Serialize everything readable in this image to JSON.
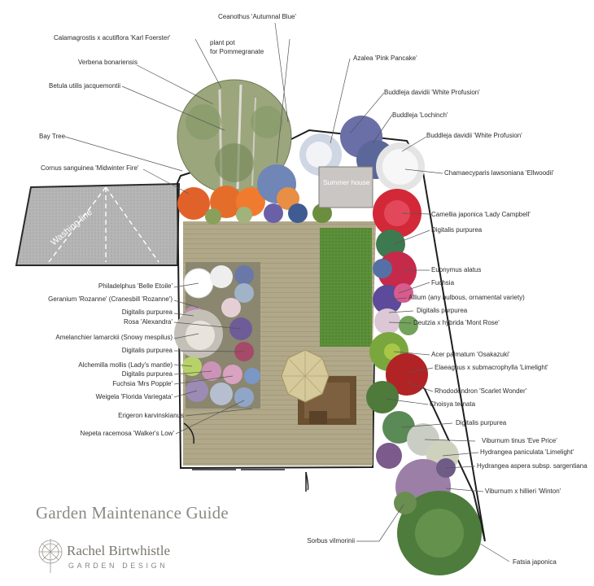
{
  "title": "Garden Maintenance Guide",
  "logo": {
    "name": "Rachel Birtwhistle",
    "sub": "GARDEN DESIGN"
  },
  "structures": {
    "summer_house": "Summer house",
    "washing_line": "Washing line"
  },
  "colors": {
    "lawn": "#5c8f3a",
    "patio": "#b3ab8c",
    "washing_area": "#b8b8b8",
    "text": "#2b2b2b",
    "title": "#8c8a84"
  },
  "labels": {
    "ceanothus": "Ceanothus 'Autumnal Blue'",
    "calamagrostis": "Calamagrostis x acutiflora 'Karl Foerster'",
    "plant_pot": "plant pot",
    "pomegranate": "for Pommegranate",
    "verbena": "Verbena bonariensis",
    "azalea": "Azalea 'Pink Pancake'",
    "betula": "Betula utilis jacquemontii",
    "buddleja_white_1": "Buddleja davidii 'White Profusion'",
    "buddleja_lochinch": "Buddleja 'Lochinch'",
    "bay_tree": "Bay Tree",
    "buddleja_white_2": "Buddleja davidii 'White Profusion'",
    "cornus": "Cornus sanguinea 'Midwinter Fire'",
    "chamaecyparis": "Chamaecyparis lawsoniana 'Ellwoodii'",
    "camellia": "Camellia japonica 'Lady Campbell'",
    "digitalis_1": "Digitalis purpurea",
    "euonymus": "Euonymus alatus",
    "philadelphus": "Philadelphus 'Belle Etoile'",
    "fuchsia": "Fuchsia",
    "geranium": "Geranium 'Rozanne' (Cranesbill 'Rozanne')",
    "allium": "Allium (any bulbous, ornamental variety)",
    "digitalis_2": "Digitalis purpurea",
    "digitalis_left_1": "Digitalis purpurea",
    "rosa": "Rosa 'Alexandra'",
    "deutzia": "Deutzia x hybrida 'Mont Rose'",
    "amelanchier": "Amelanchier lamarckii (Snowy mespilus)",
    "digitalis_left_2": "Digitalis purpurea",
    "acer": "Acer palmatum 'Osakazuki'",
    "alchemilla": "Alchemilla mollis (Lady's mantle)",
    "elaeagnus": "Elaeagnus x submacrophylla 'Limelight'",
    "digitalis_left_3": "Digitalis purpurea",
    "fuchsia_mrs": "Fuchsia 'Mrs Popple'",
    "rhododendron": "Rhododendron 'Scarlet Wonder'",
    "weigela": "Weigela 'Florida Variegata'",
    "choisya": "Choisya ternata",
    "erigeron": "Erigeron karvinskianus",
    "digitalis_3": "Digitalis purpurea",
    "nepeta": "Nepeta racemosa 'Walker's Low'",
    "viburnum_tinus": "Viburnum tinus 'Eve Price'",
    "hydrangea_paniculata": "Hydrangea paniculata 'Limelight'",
    "hydrangea_aspera": "Hydrangea aspera subsp. sargentiana",
    "viburnum_hillieri": "Viburnum x hillieri 'Winton'",
    "sorbus": "Sorbus vilmorinii",
    "fatsia": "Fatsia japonica"
  }
}
